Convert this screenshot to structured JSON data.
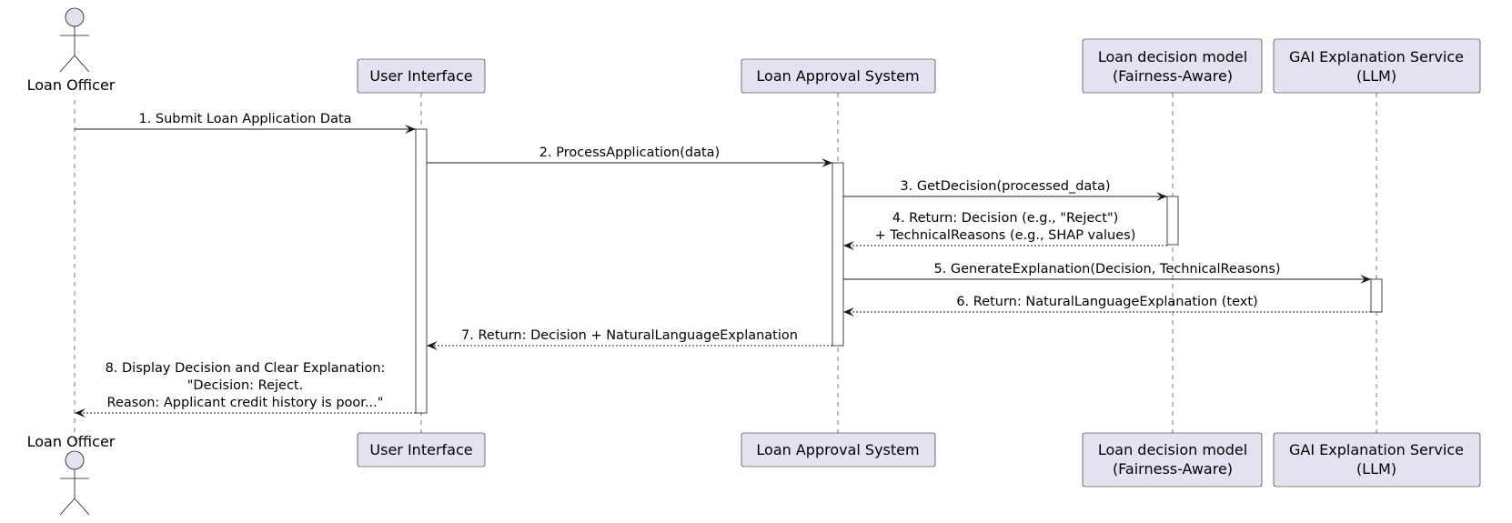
{
  "diagram": {
    "type": "sequence",
    "participants": {
      "officer": {
        "label": "Loan Officer",
        "kind": "actor"
      },
      "ui": {
        "label": "User Interface",
        "kind": "participant"
      },
      "las": {
        "label": "Loan Approval System",
        "kind": "participant"
      },
      "model": {
        "label_line1": "Loan decision model",
        "label_line2": "(Fairness-Aware)",
        "kind": "participant"
      },
      "gai": {
        "label_line1": "GAI Explanation Service",
        "label_line2": "(LLM)",
        "kind": "participant"
      }
    },
    "messages": [
      {
        "from": "officer",
        "to": "ui",
        "style": "sync",
        "lines": [
          "1. Submit Loan Application Data"
        ]
      },
      {
        "from": "ui",
        "to": "las",
        "style": "sync",
        "lines": [
          "2. ProcessApplication(data)"
        ]
      },
      {
        "from": "las",
        "to": "model",
        "style": "sync",
        "lines": [
          "3. GetDecision(processed_data)"
        ]
      },
      {
        "from": "model",
        "to": "las",
        "style": "return",
        "lines": [
          "4. Return: Decision (e.g., \"Reject\")",
          "+ TechnicalReasons (e.g., SHAP values)"
        ]
      },
      {
        "from": "las",
        "to": "gai",
        "style": "sync",
        "lines": [
          "5. GenerateExplanation(Decision, TechnicalReasons)"
        ]
      },
      {
        "from": "gai",
        "to": "las",
        "style": "return",
        "lines": [
          "6. Return: NaturalLanguageExplanation (text)"
        ]
      },
      {
        "from": "las",
        "to": "ui",
        "style": "return",
        "lines": [
          "7. Return: Decision + NaturalLanguageExplanation"
        ]
      },
      {
        "from": "ui",
        "to": "officer",
        "style": "return",
        "lines": [
          "8. Display Decision and Clear Explanation:",
          "\"Decision: Reject.",
          "Reason: Applicant credit history is poor...\""
        ]
      }
    ],
    "colors": {
      "participant_fill": "#e2e2f0",
      "stroke": "#181818",
      "background": "#ffffff"
    }
  }
}
